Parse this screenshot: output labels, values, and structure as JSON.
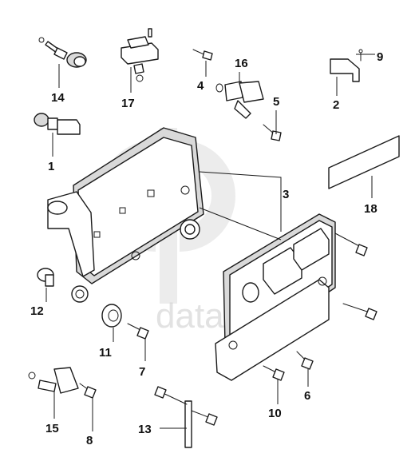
{
  "watermark": {
    "text": "data-parts"
  },
  "callouts": [
    {
      "id": "14",
      "label": "14"
    },
    {
      "id": "17",
      "label": "17"
    },
    {
      "id": "4",
      "label": "4"
    },
    {
      "id": "16",
      "label": "16"
    },
    {
      "id": "9",
      "label": "9"
    },
    {
      "id": "2",
      "label": "2"
    },
    {
      "id": "5",
      "label": "5"
    },
    {
      "id": "1",
      "label": "1"
    },
    {
      "id": "3",
      "label": "3"
    },
    {
      "id": "18",
      "label": "18"
    },
    {
      "id": "12",
      "label": "12"
    },
    {
      "id": "11",
      "label": "11"
    },
    {
      "id": "7",
      "label": "7"
    },
    {
      "id": "6",
      "label": "6"
    },
    {
      "id": "10",
      "label": "10"
    },
    {
      "id": "15",
      "label": "15"
    },
    {
      "id": "8",
      "label": "8"
    },
    {
      "id": "13",
      "label": "13"
    }
  ]
}
